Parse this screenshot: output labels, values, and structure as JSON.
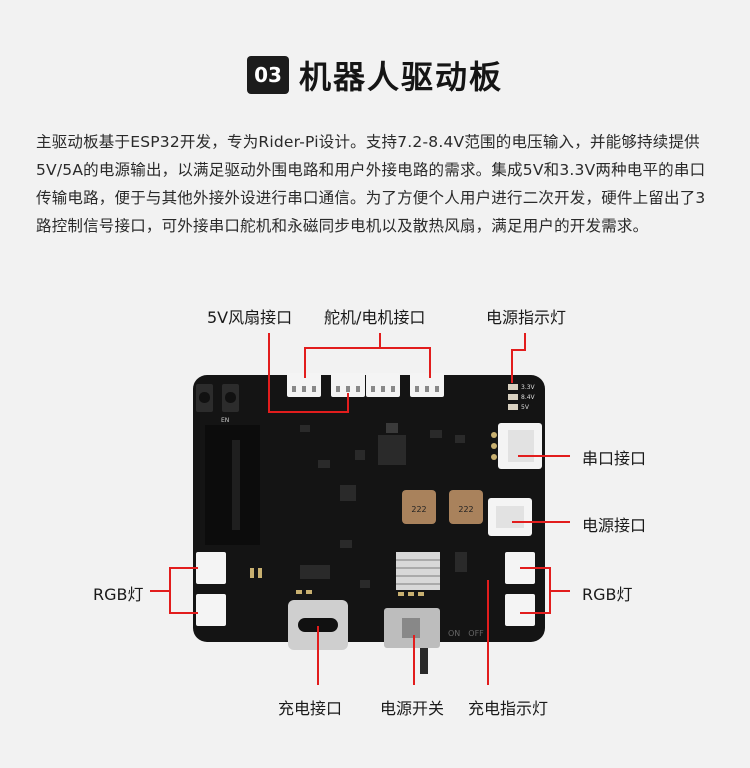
{
  "header": {
    "number": "03",
    "title": "机器人驱动板"
  },
  "description": "主驱动板基于ESP32开发，专为Rider-Pi设计。支持7.2-8.4V范围的电压输入，并能够持续提供5V/5A的电源输出，以满足驱动外围电路和用户外接电路的需求。集成5V和3.3V两种电平的串口传输电路，便于与其他外接外设进行串口通信。为了方便个人用户进行二次开发，硬件上留出了3路控制信号接口，可外接串口舵机和永磁同步电机以及散热风扇，满足用户的开发需求。",
  "board": {
    "silk_labels": {
      "v33": "3.3V",
      "v84": "8.4V",
      "v5": "5V",
      "en": "EN",
      "on_off": "ON　OFF",
      "chip1": "222",
      "chip2": "222"
    }
  },
  "labels": {
    "fan": "5V风扇接口",
    "servo": "舵机/电机接口",
    "power_led": "电源指示灯",
    "serial": "串口接口",
    "power_port": "电源接口",
    "rgb_left": "RGB灯",
    "rgb_right": "RGB灯",
    "charge_port": "充电接口",
    "power_switch": "电源开关",
    "charge_led": "充电指示灯"
  },
  "colors": {
    "callout": "#e21d1d",
    "board": "#141414",
    "connector": "#f4f4f4"
  }
}
